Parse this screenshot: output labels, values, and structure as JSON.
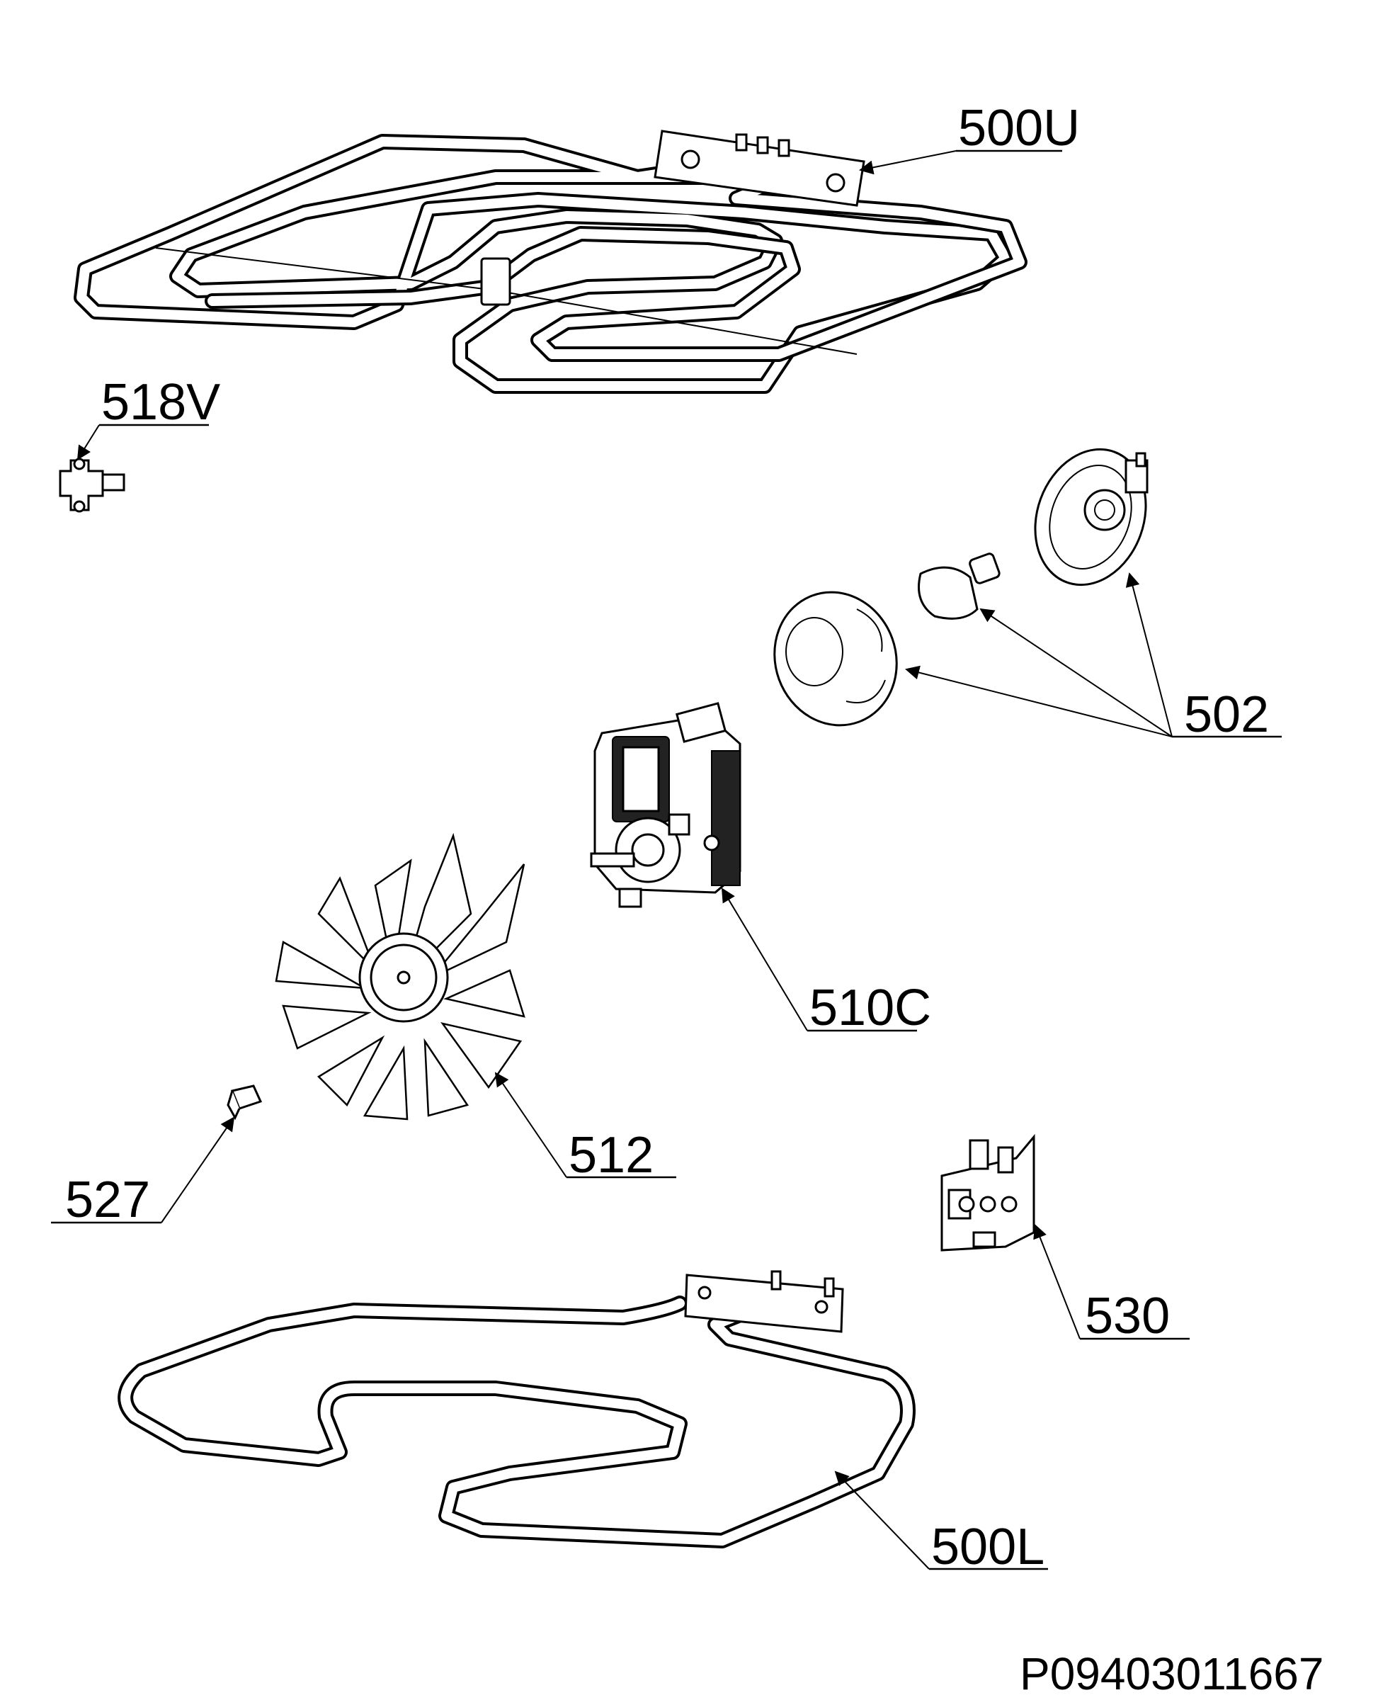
{
  "labels": {
    "upper_heater": "500U",
    "thermostat": "518V",
    "lamp": "502",
    "fan_motor": "510C",
    "fan_blade": "512",
    "nut": "527",
    "terminal_block": "530",
    "lower_heater": "500L"
  },
  "document_id": "P09403011667"
}
